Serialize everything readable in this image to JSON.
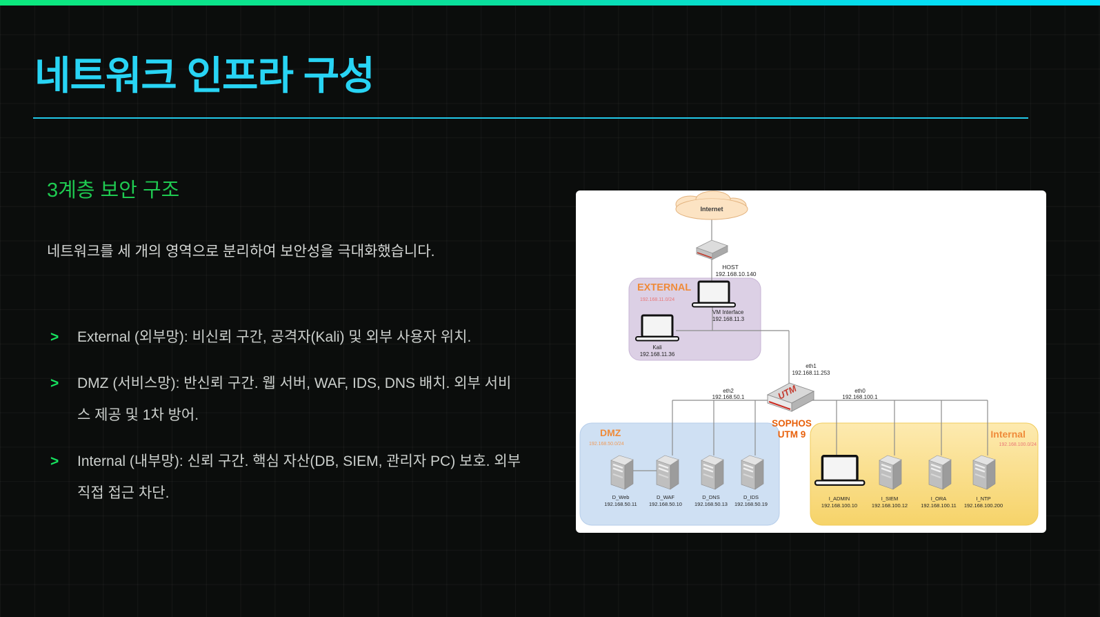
{
  "slide": {
    "title": "네트워크 인프라 구성",
    "subtitle": "3계층 보안 구조",
    "intro": "네트워크를 세 개의 영역으로 분리하여 보안성을 극대화했습니다.",
    "bullet_marker": ">",
    "bullets": [
      "External (외부망): 비신뢰 구간, 공격자(Kali) 및 외부 사용자 위치.",
      "DMZ (서비스망): 반신뢰 구간. 웹 서버, WAF, IDS, DNS 배치. 외부 서비스 제공 및 1차 방어.",
      "Internal (내부망): 신뢰 구간. 핵심 자산(DB, SIEM, 관리자 PC) 보호. 외부 직접 접근 차단."
    ]
  },
  "diagram": {
    "internet_label": "Internet",
    "host": {
      "name": "HOST",
      "ip": "192.168.10.140"
    },
    "external": {
      "title": "EXTERNAL",
      "subnet": "192.168.11.0/24",
      "vm": {
        "name": "VM Interface",
        "ip": "192.168.11.3"
      },
      "kali": {
        "name": "Kali",
        "ip": "192.168.11.36"
      }
    },
    "utm": {
      "device_label": "UTM",
      "caption_line1": "SOPHOS",
      "caption_line2": "UTM 9",
      "eth1": {
        "name": "eth1",
        "ip": "192.168.11.253"
      },
      "eth2": {
        "name": "eth2",
        "ip": "192.168.50.1"
      },
      "eth0": {
        "name": "eth0",
        "ip": "192.168.100.1"
      }
    },
    "dmz": {
      "title": "DMZ",
      "subnet": "192.168.50.0/24",
      "nodes": [
        {
          "label": "D_Web",
          "ip": "192.168.50.11"
        },
        {
          "label": "D_WAF",
          "ip": "192.168.50.10"
        },
        {
          "label": "D_DNS",
          "ip": "192.168.50.13"
        },
        {
          "label": "D_IDS",
          "ip": "192.168.50.19"
        }
      ]
    },
    "internal": {
      "title": "Internal",
      "subnet": "192.168.100.0/24",
      "nodes": [
        {
          "label": "I_ADMIN",
          "ip": "192.168.100.10"
        },
        {
          "label": "I_SIEM",
          "ip": "192.168.100.12"
        },
        {
          "label": "I_ORA",
          "ip": "192.168.100.11"
        },
        {
          "label": "I_NTP",
          "ip": "192.168.100.200"
        }
      ]
    }
  },
  "colors": {
    "accent_cyan": "#28d4f4",
    "accent_green": "#1fca51",
    "topbar_left": "#0ce87d",
    "topbar_right": "#03e2ff",
    "zone_external": "#dcd0e5",
    "zone_dmz": "#cfe0f3",
    "zone_internal": "#fbe092",
    "zone_title_orange": "#ef8b3a",
    "sophos_orange": "#e8600a",
    "utm_red": "#c43a2e"
  }
}
